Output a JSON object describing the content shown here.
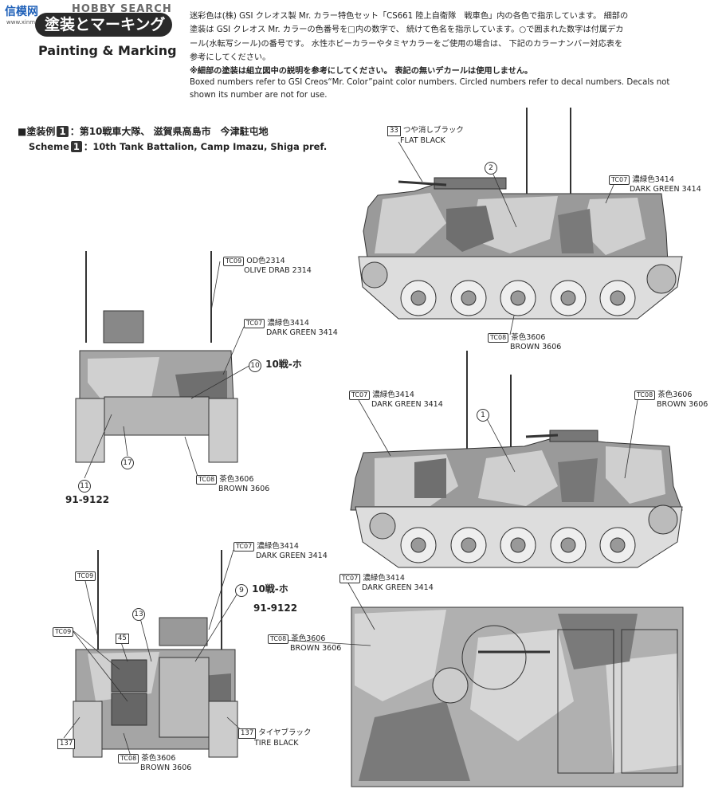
{
  "watermark": {
    "site": "信模网",
    "search": "HOBBY SEARCH",
    "url": "www.xinmoxing.com"
  },
  "header": {
    "title": "塗装とマーキング",
    "subtitle": "Painting & Marking"
  },
  "intro": {
    "jp_lines": [
      "迷彩色は(株) GSI クレオス製 Mr. カラー特色セット「CS661 陸上自衛隊　戦車色」内の各色で指示しています。 細部の",
      "塗装は GSI クレオス Mr. カラーの色番号を□内の数字で、 続けて色名を指示しています。○で囲まれた数字は付属デカ",
      "ール(水転写シール)の番号です。 水性ホビーカラーやタミヤカラーをご使用の場合は、 下記のカラーナンバー対応表を",
      "参考にしてください。",
      "※細部の塗装は組立図中の説明を参考にしてください。 表記の無いデカールは使用しません。"
    ],
    "en_lines": [
      "Boxed numbers refer to GSI Creos“Mr. Color”paint color numbers. Circled numbers refer to decal numbers. Decals not",
      "shown its number are not for use."
    ]
  },
  "scheme": {
    "jp_prefix": "■塗装例",
    "number": "1",
    "jp_text": "：第10戦車大隊、 滋賀県高島市　今津駐屯地",
    "en_prefix": "Scheme",
    "en_text": "：10th Tank Battalion, Camp Imazu, Shiga pref."
  },
  "callouts": {
    "flat_black": {
      "code": "33",
      "jp": "つや消しブラック",
      "en": "FLAT BLACK"
    },
    "dg_side_top": {
      "code": "TC07",
      "jp": "濃緑色3414",
      "en": "DARK GREEN 3414"
    },
    "brown_side_top": {
      "code": "TC08",
      "jp": "茶色3606",
      "en": "BROWN 3606"
    },
    "od_front": {
      "code": "TC09",
      "jp": "OD色2314",
      "en": "OLIVE DRAB 2314"
    },
    "dg_front": {
      "code": "TC07",
      "jp": "濃緑色3414",
      "en": "DARK GREEN 3414"
    },
    "brown_front": {
      "code": "TC08",
      "jp": "茶色3606",
      "en": "BROWN 3606"
    },
    "dg_side2": {
      "code": "TC07",
      "jp": "濃緑色3414",
      "en": "DARK GREEN 3414"
    },
    "brown_side2": {
      "code": "TC08",
      "jp": "茶色3606",
      "en": "BROWN 3606"
    },
    "dg_rear": {
      "code": "TC07",
      "jp": "濃緑色3414",
      "en": "DARK GREEN 3414"
    },
    "od_rear": {
      "code": "TC09"
    },
    "od_rear2": {
      "code": "TC09"
    },
    "tire_black": {
      "code": "137",
      "jp": "タイヤブラック",
      "en": "TIRE BLACK"
    },
    "tire_left": {
      "code": "137"
    },
    "brown_rear": {
      "code": "TC08",
      "jp": "茶色3606",
      "en": "BROWN 3606"
    },
    "dg_top": {
      "code": "TC07",
      "jp": "濃緑色3414",
      "en": "DARK GREEN 3414"
    },
    "brown_top": {
      "code": "TC08",
      "jp": "茶色3606",
      "en": "BROWN 3606"
    },
    "box45": {
      "code": "45"
    }
  },
  "decals": {
    "d2": "2",
    "d1": "1",
    "d10": "10",
    "d10_text": "10戦-ホ",
    "d17": "17",
    "d11": "11",
    "d11_text": "91-9122",
    "d9": "9",
    "d9_text": "10戦-ホ",
    "d9_plate": "91-9122",
    "d13": "13"
  },
  "colors": {
    "dark_green": "#8a8a8a",
    "brown": "#c9c9c9",
    "od": "#6a6a6a",
    "line": "#333333"
  }
}
